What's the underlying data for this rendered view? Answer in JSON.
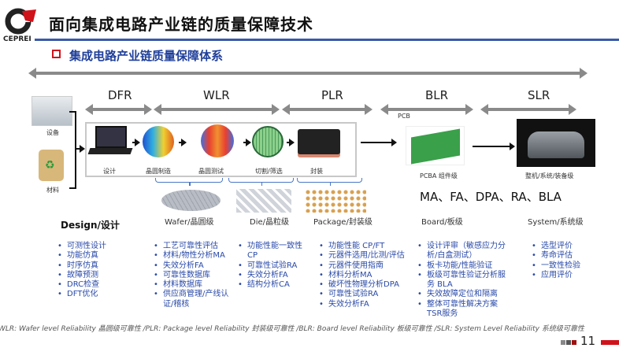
{
  "header": {
    "logo_text": "CEPREI",
    "title": "面向集成电路产业链的质量保障技术",
    "subtitle": "集成电路产业链质量保障体系"
  },
  "stages": [
    "DFR",
    "WLR",
    "PLR",
    "BLR",
    "SLR"
  ],
  "inputs": {
    "equipment": "设备",
    "material": "材料"
  },
  "process_steps": [
    "设计",
    "晶圆制造",
    "晶圆测试",
    "切割/筛选",
    "封装"
  ],
  "pcb": {
    "label": "PCB",
    "caption": "PCBA 组件级"
  },
  "system_caption": "整机/系统/装备级",
  "methods": "MA、FA、DPA、RA、BLA",
  "levels": {
    "design": {
      "title": "Design/设计",
      "items": [
        "可测性设计",
        "功能仿真",
        "时序仿真",
        "故障预测",
        "DRC检查",
        "DFT优化"
      ]
    },
    "wafer": {
      "title": "Wafer/晶圆级",
      "items": [
        "工艺可靠性评估",
        "材料/物性分析MA",
        "失效分析FA",
        "可靠性数据库",
        "材料数据库",
        "供应商管理/产线认证/稽核"
      ]
    },
    "die": {
      "title": "Die/晶粒级",
      "items": [
        "功能性能一致性CP",
        "可靠性试验RA",
        "失效分析FA",
        "结构分析CA"
      ]
    },
    "package": {
      "title": "Package/封装级",
      "items": [
        "功能性能 CP/FT",
        "元器件选用/比测/评估",
        "元器件使用指南",
        "材料分析MA",
        "破坏性物理分析DPA",
        "可靠性试验RA",
        "失效分析FA"
      ]
    },
    "board": {
      "title": "Board/板级",
      "items": [
        "设计评审（敏感应力分析/白盒测试）",
        "板卡功能/性能验证",
        "板级可靠性验证分析服务 BLA",
        "失效故障定位和隔离",
        "整体可靠性解决方案TSR服务"
      ]
    },
    "system": {
      "title": "System/系统级",
      "items": [
        "选型评价",
        "寿命评估",
        "一致性检验",
        "应用评价"
      ]
    }
  },
  "footer": {
    "note": "WLR: Wafer level Reliability 晶圆级可靠性 /PLR: Package level Reliability 封装级可靠性  /BLR: Board level Reliability 板级可靠性 /SLR: System Level Reliability 系统级可靠性",
    "page": "11"
  },
  "colors": {
    "title_blue": "#1f3f9a",
    "accent_red": "#d0121b",
    "list_blue": "#2a4aa8"
  }
}
